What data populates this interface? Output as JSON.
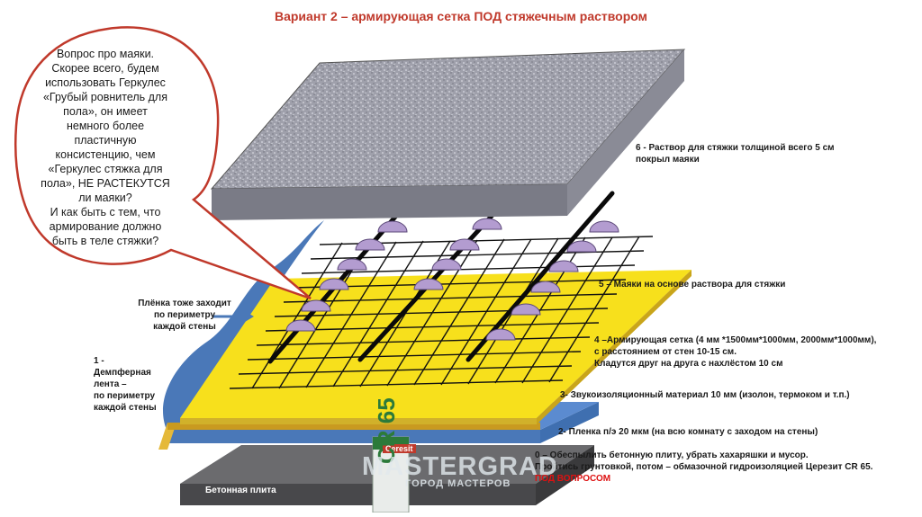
{
  "title": "Вариант 2 – армирующая сетка ПОД стяжечным раствором",
  "bubble": {
    "lines": [
      "Вопрос про маяки.",
      "Скорее всего, будем",
      "использовать Геркулес",
      "«Грубый ровнитель для",
      "пола», он имеет",
      "немного более",
      "пластичную",
      "консистенцию, чем",
      "«Геркулес стяжка для",
      "пола», НЕ РАСТЕКУТСЯ",
      "ли маяки?",
      "И как быть с тем, что",
      "армирование должно",
      "быть в теле стяжки?"
    ]
  },
  "labels": {
    "layer6_line1": "6 - Раствор для стяжки толщиной всего 5 см",
    "layer6_line2": "покрыл маяки",
    "layer5": "5 –  Маяки на основе раствора для стяжки",
    "layer4_line1": "4 –Армирующая сетка (4 мм *1500мм*1000мм,  2000мм*1000мм),",
    "layer4_line2": "с расстоянием от стен 10-15 см.",
    "layer4_line3": "Кладутся друг на друга с нахлёстом 10 см",
    "layer3": "3- Звукоизоляционный материал 10 мм (изолон, термоком и т.п.)",
    "layer2": "2- Пленка п/э 20 мкм (на всю комнату с заходом на стены)",
    "layer0_line1": "0 – Обеспылить бетонную плиту, убрать хахаряшки и мусор.",
    "layer0_line2": "Пройтись грунтовкой, потом – обмазочной гидроизоляцией Церезит CR 65.",
    "layer0_note": "ПОД ВОПРОСОМ",
    "film_line1": "Плёнка тоже заходит",
    "film_line2": "по периметру",
    "film_line3": "каждой стены",
    "damper_line1": "1 -",
    "damper_line2": "Демпферная",
    "damper_line3": "лента –",
    "damper_line4": "по периметру",
    "damper_line5": "каждой стены",
    "plate": "Бетонная плита"
  },
  "watermark": {
    "main": "MASTERGRAD",
    "sub": "ГОРОД МАСТЕРОВ"
  },
  "bag": {
    "brand": "Ceresit",
    "code": "CR 65"
  },
  "colors": {
    "title": "#c0392b",
    "bubble_stroke": "#c0392b",
    "screed": "#a9a9b4",
    "mesh_board": "#f7e01c",
    "insulation_edge": "#e5b93a",
    "film": "#4a78b8",
    "damper": "#e5b93a",
    "plate": "#555558",
    "beacon": "#b39cd0",
    "note_red": "#dd1111"
  }
}
